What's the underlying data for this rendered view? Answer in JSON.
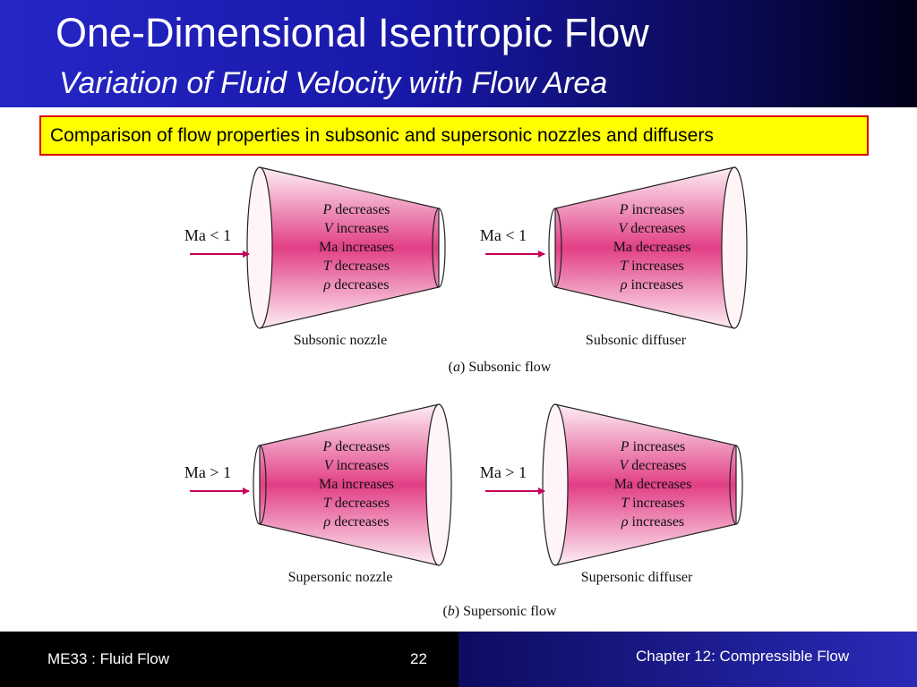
{
  "slide": {
    "title": "One-Dimensional Isentropic Flow",
    "subtitle": "Variation of Fluid Velocity with Flow Area",
    "callout": "Comparison of flow properties in subsonic and supersonic nozzles and diffusers"
  },
  "figure": {
    "panels": [
      {
        "caption_letter": "a",
        "caption_text": "Subsonic flow",
        "devices": [
          {
            "shape": "converging",
            "mach": "Ma < 1",
            "label": "Subsonic nozzle",
            "properties": [
              {
                "symbol": "P",
                "effect": "decreases"
              },
              {
                "symbol": "V",
                "effect": "increases"
              },
              {
                "symbol": "Ma",
                "effect": "increases"
              },
              {
                "symbol": "T",
                "effect": "decreases"
              },
              {
                "symbol": "ρ",
                "effect": "decreases"
              }
            ]
          },
          {
            "shape": "diverging",
            "mach": "Ma < 1",
            "label": "Subsonic diffuser",
            "properties": [
              {
                "symbol": "P",
                "effect": "increases"
              },
              {
                "symbol": "V",
                "effect": "decreases"
              },
              {
                "symbol": "Ma",
                "effect": "decreases"
              },
              {
                "symbol": "T",
                "effect": "increases"
              },
              {
                "symbol": "ρ",
                "effect": "increases"
              }
            ]
          }
        ]
      },
      {
        "caption_letter": "b",
        "caption_text": "Supersonic flow",
        "devices": [
          {
            "shape": "diverging",
            "mach": "Ma > 1",
            "label": "Supersonic nozzle",
            "properties": [
              {
                "symbol": "P",
                "effect": "decreases"
              },
              {
                "symbol": "V",
                "effect": "increases"
              },
              {
                "symbol": "Ma",
                "effect": "increases"
              },
              {
                "symbol": "T",
                "effect": "decreases"
              },
              {
                "symbol": "ρ",
                "effect": "decreases"
              }
            ]
          },
          {
            "shape": "converging",
            "mach": "Ma > 1",
            "label": "Supersonic diffuser",
            "properties": [
              {
                "symbol": "P",
                "effect": "increases"
              },
              {
                "symbol": "V",
                "effect": "decreases"
              },
              {
                "symbol": "Ma",
                "effect": "decreases"
              },
              {
                "symbol": "T",
                "effect": "increases"
              },
              {
                "symbol": "ρ",
                "effect": "increases"
              }
            ]
          }
        ]
      }
    ],
    "colors": {
      "duct_core": "#e23f86",
      "duct_edge": "#fdeef5",
      "arrow": "#c8005a",
      "outline": "#222222"
    }
  },
  "footer": {
    "course": "ME33 :  Fluid Flow",
    "page": "22",
    "chapter": "Chapter 12: Compressible Flow"
  }
}
